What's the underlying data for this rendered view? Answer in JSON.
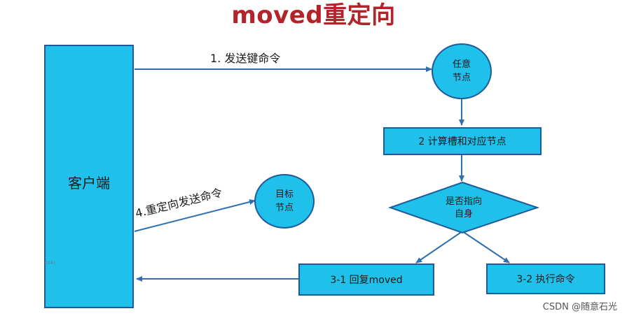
{
  "title": "moved重定向",
  "client": {
    "label": "客户端",
    "small_id": "0341"
  },
  "nodes": {
    "any_node": {
      "line1": "任意",
      "line2": "节点"
    },
    "target_node": {
      "line1": "目标",
      "line2": "节点"
    }
  },
  "steps": {
    "compute": "2 计算槽和对应节点",
    "decision": {
      "line1": "是否指向",
      "line2": "自身"
    },
    "reply_moved": "3-1 回复moved",
    "execute": "3-2 执行命令"
  },
  "arrows": {
    "send_key": "1. 发送键命令",
    "redirect_send": "4.重定向发送命令"
  },
  "watermark": "CSDN @随意石光",
  "colors": {
    "fill": "#1fc0ea",
    "border": "#1f5a9a",
    "arrow": "#2e6fb0",
    "title": "#b4232a"
  }
}
